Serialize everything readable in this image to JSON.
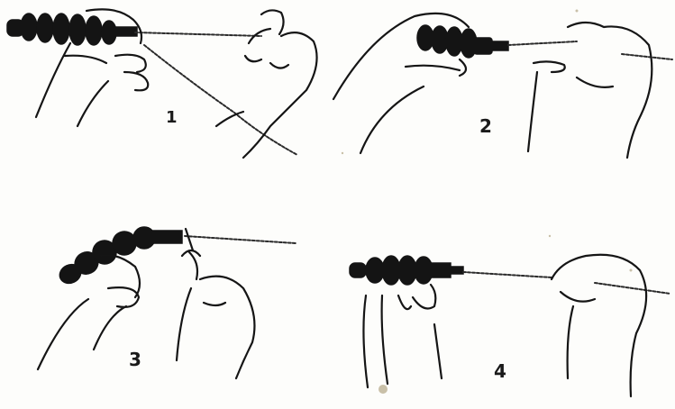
{
  "figure": {
    "steps": [
      {
        "number": "1"
      },
      {
        "number": "2"
      },
      {
        "number": "3"
      },
      {
        "number": "4"
      }
    ]
  }
}
